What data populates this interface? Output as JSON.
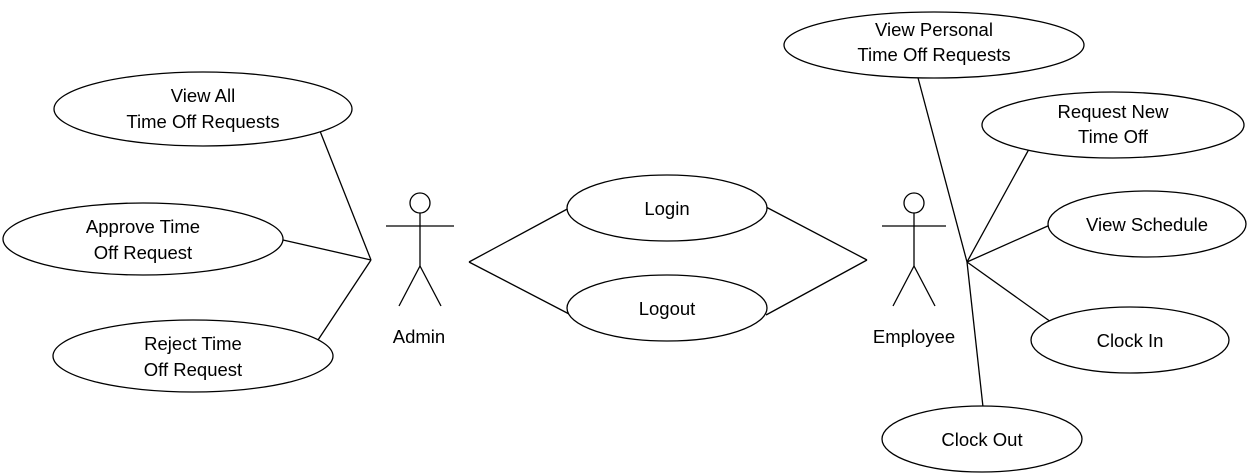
{
  "actors": {
    "admin": {
      "label": "Admin"
    },
    "employee": {
      "label": "Employee"
    }
  },
  "use_cases": {
    "view_all_requests": {
      "lines": [
        "View All",
        "Time Off Requests"
      ]
    },
    "approve_request": {
      "lines": [
        "Approve Time",
        "Off Request"
      ]
    },
    "reject_request": {
      "lines": [
        "Reject Time",
        "Off Request"
      ]
    },
    "login": {
      "lines": [
        "Login"
      ]
    },
    "logout": {
      "lines": [
        "Logout"
      ]
    },
    "view_personal_requests": {
      "lines": [
        "View Personal",
        "Time Off Requests"
      ]
    },
    "request_new_time_off": {
      "lines": [
        "Request New",
        "Time Off"
      ]
    },
    "view_schedule": {
      "lines": [
        "View Schedule"
      ]
    },
    "clock_in": {
      "lines": [
        "Clock In"
      ]
    },
    "clock_out": {
      "lines": [
        "Clock Out"
      ]
    }
  },
  "colors": {
    "stroke": "#000000",
    "background": "#ffffff",
    "text": "#000000"
  }
}
